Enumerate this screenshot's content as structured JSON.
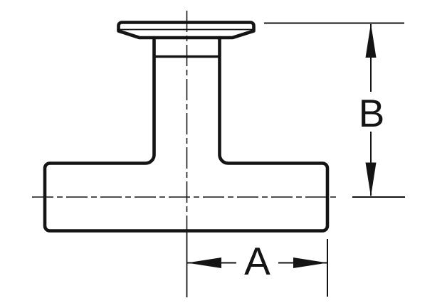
{
  "drawing": {
    "description": "Dimensioned side-view technical drawing of a tee fitting with a clamp ferrule branch",
    "labels": {
      "dim_a": "A",
      "dim_b": "B"
    },
    "colors": {
      "line": "#141414",
      "background": "#ffffff"
    }
  }
}
